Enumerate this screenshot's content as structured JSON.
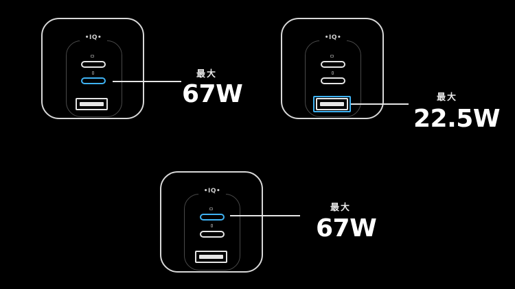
{
  "chargers": [
    {
      "logo": "•IQ•",
      "active_port": "usb-c-2",
      "label_prefix": "最大",
      "label_power": "67W"
    },
    {
      "logo": "•IQ•",
      "active_port": "usb-a",
      "label_prefix": "最大",
      "label_power": "22.5W"
    },
    {
      "logo": "•IQ•",
      "active_port": "usb-c-1",
      "label_prefix": "最大",
      "label_power": "67W"
    }
  ],
  "colors": {
    "background": "#000000",
    "outline": "#d8d8d8",
    "highlight": "#3fb3f4"
  }
}
